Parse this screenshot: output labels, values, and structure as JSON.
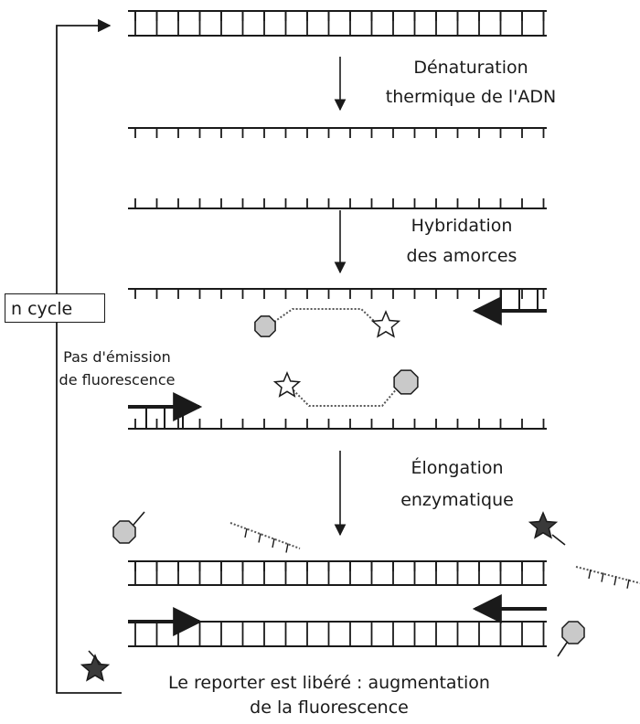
{
  "steps": {
    "denaturation": [
      "Dénaturation",
      "thermique de l'ADN"
    ],
    "hybridation": [
      "Hybridation",
      "des amorces"
    ],
    "elongation": [
      "Élongation",
      "enzymatique"
    ]
  },
  "cycle_label": "n cycle",
  "no_emission": [
    "Pas d'émission",
    "de fluorescence"
  ],
  "result": [
    "Le reporter est libéré : augmentation",
    "de la fluorescence"
  ]
}
